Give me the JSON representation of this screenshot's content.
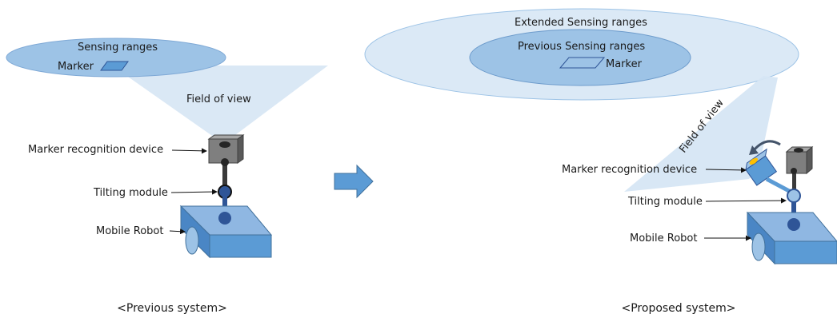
{
  "previous": {
    "sensing_label": "Sensing ranges",
    "marker_label": "Marker",
    "fov_label": "Field of view",
    "device_label": "Marker recognition device",
    "tilting_label": "Tilting module",
    "robot_label": "Mobile Robot",
    "caption": "<Previous system>"
  },
  "proposed": {
    "extended_label": "Extended Sensing ranges",
    "previous_sensing_label": "Previous Sensing ranges",
    "marker_label": "Marker",
    "fov_label": "Field of view",
    "device_label": "Marker recognition device",
    "tilting_label": "Tilting module",
    "robot_label": "Mobile Robot",
    "caption": "<Proposed system>"
  },
  "colors": {
    "range_fill": "#9dc3e6",
    "range_outer_fill": "#dbe9f6",
    "fov_fill": "#d6e6f4",
    "robot_blue": "#5b9bd5",
    "robot_dark": "#2f5597",
    "camera_gray": "#7f7f7f",
    "arrow_blue": "#5b9bd5"
  }
}
